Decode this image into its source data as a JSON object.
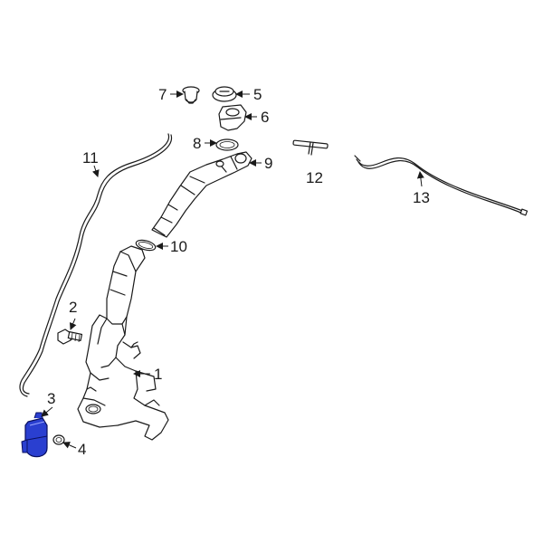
{
  "diagram": {
    "highlight_color": "#2a3fd0",
    "callouts": [
      {
        "id": "c1",
        "label": "1"
      },
      {
        "id": "c2",
        "label": "2"
      },
      {
        "id": "c3",
        "label": "3"
      },
      {
        "id": "c4",
        "label": "4"
      },
      {
        "id": "c5",
        "label": "5"
      },
      {
        "id": "c6",
        "label": "6"
      },
      {
        "id": "c7",
        "label": "7"
      },
      {
        "id": "c8",
        "label": "8"
      },
      {
        "id": "c9",
        "label": "9"
      },
      {
        "id": "c10",
        "label": "10"
      },
      {
        "id": "c11",
        "label": "11"
      },
      {
        "id": "c12",
        "label": "12"
      },
      {
        "id": "c13",
        "label": "13"
      }
    ]
  }
}
